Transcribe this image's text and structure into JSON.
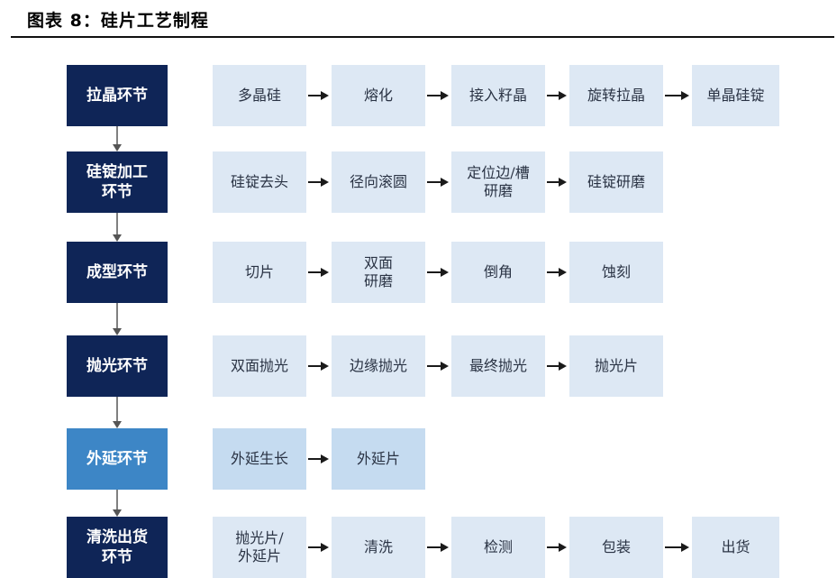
{
  "figure": {
    "title": "图表 8：硅片工艺制程"
  },
  "rows": [
    {
      "stage": [
        "拉晶环节"
      ],
      "theme": "dark",
      "steps": [
        [
          "多晶硅"
        ],
        [
          "熔化"
        ],
        [
          "接入籽晶"
        ],
        [
          "旋转拉晶"
        ],
        [
          "单晶硅锭"
        ]
      ]
    },
    {
      "stage": [
        "硅锭加工",
        "环节"
      ],
      "theme": "dark",
      "steps": [
        [
          "硅锭去头"
        ],
        [
          "径向滚圆"
        ],
        [
          "定位边/槽",
          "研磨"
        ],
        [
          "硅锭研磨"
        ]
      ]
    },
    {
      "stage": [
        "成型环节"
      ],
      "theme": "dark",
      "steps": [
        [
          "切片"
        ],
        [
          "双面",
          "研磨"
        ],
        [
          "倒角"
        ],
        [
          "蚀刻"
        ]
      ]
    },
    {
      "stage": [
        "抛光环节"
      ],
      "theme": "dark",
      "steps": [
        [
          "双面抛光"
        ],
        [
          "边缘抛光"
        ],
        [
          "最终抛光"
        ],
        [
          "抛光片"
        ]
      ]
    },
    {
      "stage": [
        "外延环节"
      ],
      "theme": "light",
      "steps": [
        [
          "外延生长"
        ],
        [
          "外延片"
        ]
      ]
    },
    {
      "stage": [
        "清洗出货",
        "环节"
      ],
      "theme": "dark",
      "steps": [
        [
          "抛光片/",
          "外延片"
        ],
        [
          "清洗"
        ],
        [
          "检测"
        ],
        [
          "包装"
        ],
        [
          "出货"
        ]
      ]
    }
  ]
}
